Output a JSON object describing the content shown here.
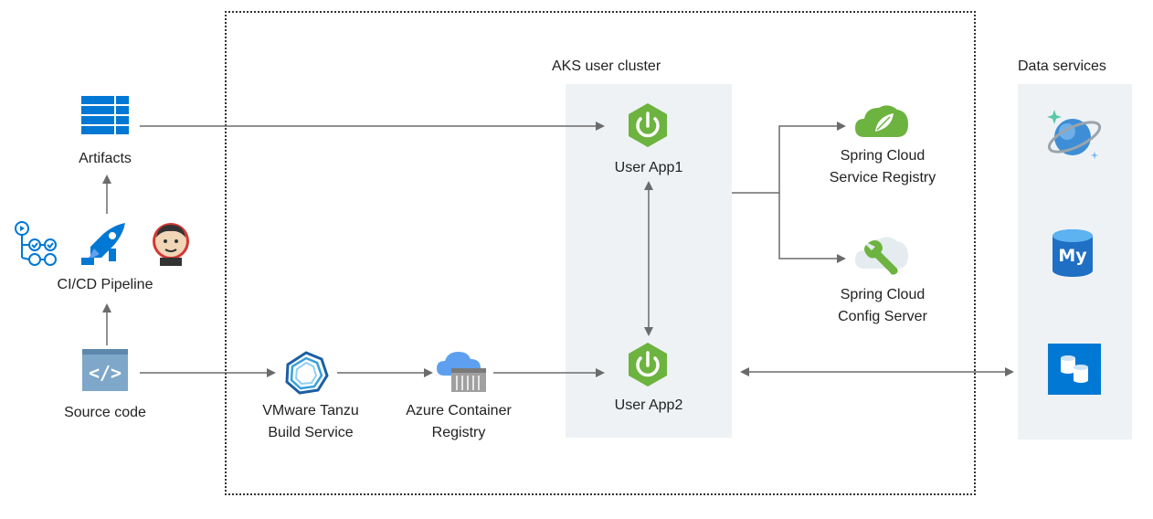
{
  "labels": {
    "artifacts": "Artifacts",
    "cicd": "CI/CD Pipeline",
    "source_code": "Source code",
    "tanzu_line1": "VMware Tanzu",
    "tanzu_line2": "Build Service",
    "acr_line1": "Azure Container",
    "acr_line2": "Registry",
    "aks_cluster": "AKS user cluster",
    "user_app1": "User App1",
    "user_app2": "User App2",
    "registry_line1": "Spring Cloud",
    "registry_line2": "Service Registry",
    "config_line1": "Spring Cloud",
    "config_line2": "Config Server",
    "data_services": "Data services",
    "mysql_badge": "My"
  },
  "colors": {
    "azure_blue": "#0078d4",
    "spring_green": "#6db33f",
    "panel_gray": "#eef2f4",
    "arrow": "#6b6b6b"
  },
  "icons": [
    "artifacts-icon",
    "github-actions-icon",
    "azure-pipelines-icon",
    "jenkins-icon",
    "source-code-icon",
    "tanzu-icon",
    "container-registry-icon",
    "spring-power-icon",
    "spring-leaf-cloud-icon",
    "spring-wrench-cloud-icon",
    "cosmos-db-icon",
    "mysql-icon",
    "sql-database-icon"
  ]
}
